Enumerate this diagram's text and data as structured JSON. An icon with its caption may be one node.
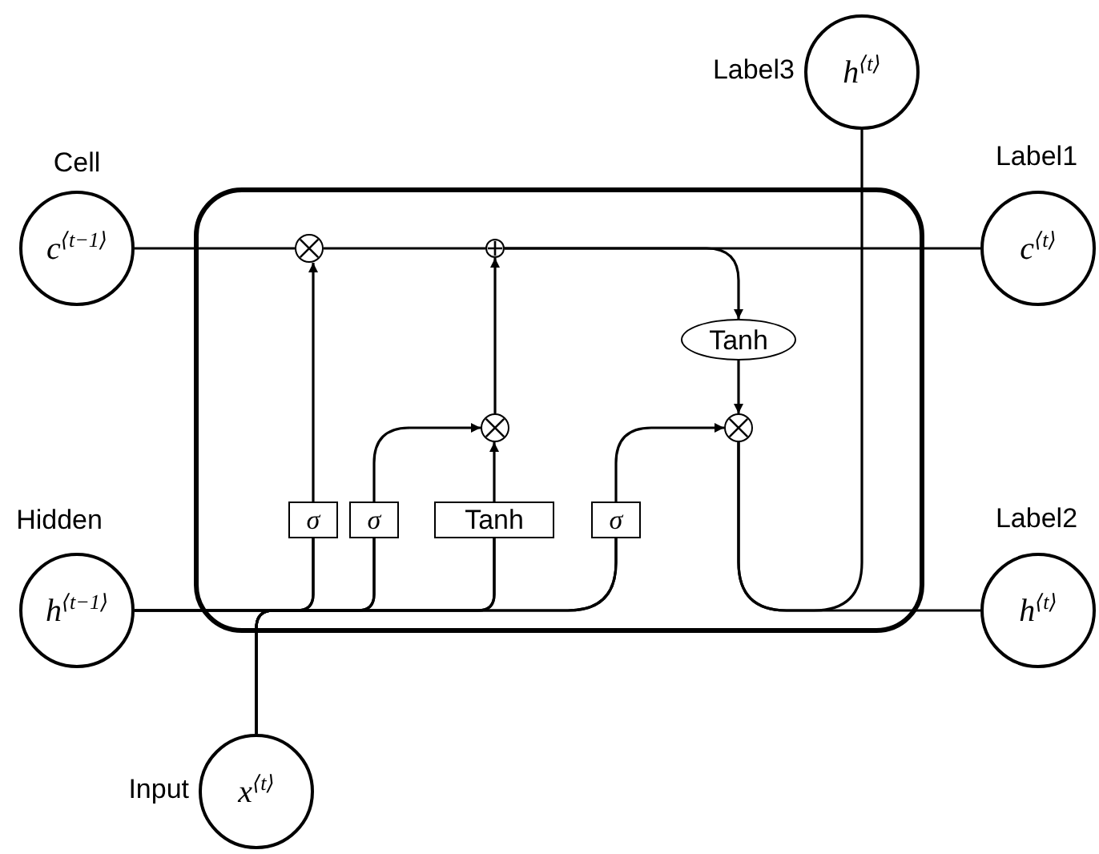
{
  "diagram": {
    "nodes": [
      {
        "text": [],
        "shape": "box"
      },
      {
        "text": [
          "c$^{⟨t−1⟩}$"
        ],
        "beside": [
          "Cell"
        ]
      },
      {
        "text": [
          "h$^{⟨t−1⟩}$"
        ],
        "beside": [
          "Hidden"
        ]
      },
      {
        "text": [
          "x$^{⟨t⟩}$"
        ],
        "beside": [
          "Input"
        ]
      },
      {
        "text": [
          "c$^{⟨t⟩}$"
        ],
        "beside": [
          "Label1"
        ]
      },
      {
        "text": [
          "h$^{⟨t⟩}$"
        ],
        "beside": [
          "Label2"
        ]
      },
      {
        "text": [
          "h$^{⟨t⟩}$"
        ],
        "beside": [
          "Label3"
        ]
      },
      {
        "text": [],
        "shape": "circle",
        "in": 0
      },
      {
        "text": [],
        "shape": "circle",
        "in": 0
      },
      {
        "text": [],
        "shape": "circle",
        "in": 0
      },
      {
        "text": [
          "Tanh"
        ],
        "in": 0
      },
      {
        "text": [
          "σ"
        ],
        "in": 0
      },
      {
        "text": [
          "σ"
        ],
        "in": 0
      },
      {
        "text": [
          "Tanh"
        ],
        "in": 0
      },
      {
        "text": [
          "σ"
        ],
        "in": 0
      },
      {
        "text": [],
        "shape": "circle",
        "in": 0
      }
    ],
    "edges": [
      {
        "from": 1,
        "to": 7,
        "arrow": "none"
      },
      {
        "from": 7,
        "to": 8,
        "arrow": "none"
      },
      {
        "from": 8,
        "to": 4,
        "arrow": "none"
      },
      {
        "from": 8,
        "to": 10,
        "arrow": "to"
      },
      {
        "from": 10,
        "to": 15,
        "arrow": "to"
      },
      {
        "from": 11,
        "to": 7,
        "arrow": "to"
      },
      {
        "from": 9,
        "to": 8,
        "arrow": "to"
      },
      {
        "from": 12,
        "to": 9,
        "arrow": "to"
      },
      {
        "from": 13,
        "to": 9,
        "arrow": "to"
      },
      {
        "from": 14,
        "to": 15,
        "arrow": "to"
      },
      {
        "from": 2,
        "to": 11,
        "arrow": "none"
      },
      {
        "from": 2,
        "to": 12,
        "arrow": "none"
      },
      {
        "from": 2,
        "to": 13,
        "arrow": "none"
      },
      {
        "from": 2,
        "to": 14,
        "arrow": "none"
      },
      {
        "from": 3,
        "to": 11,
        "arrow": "none"
      },
      {
        "from": 3,
        "to": 12,
        "arrow": "none"
      },
      {
        "from": 3,
        "to": 13,
        "arrow": "none"
      },
      {
        "from": 3,
        "to": 14,
        "arrow": "none"
      },
      {
        "from": 15,
        "to": 5,
        "arrow": "none"
      },
      {
        "from": 15,
        "to": 6,
        "arrow": "none"
      }
    ]
  }
}
